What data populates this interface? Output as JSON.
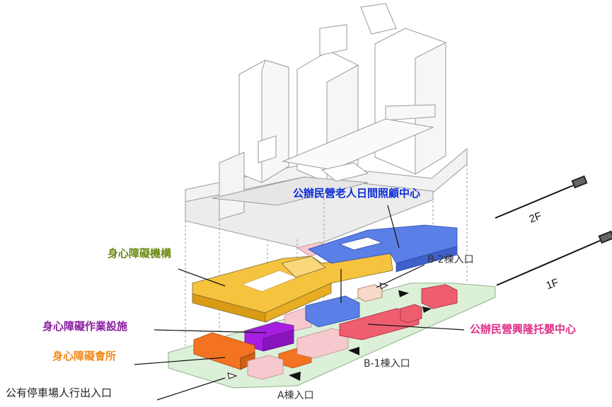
{
  "labels": {
    "elderly_center": "公辦民營老人日間照顧中心",
    "disability_org": "身心障礙機構",
    "b2_entrance": "B-2棟入口",
    "work_facility": "身心障礙作業設施",
    "nursery_center": "公辦民營興隆托嬰中心",
    "disability_hall": "身心障礙會所",
    "b1_entrance": "B-1棟入口",
    "parking_entrance": "公有停車場人行出入口",
    "a_entrance": "A棟入口",
    "floor_2f": "2F",
    "floor_1f": "1F"
  },
  "colors": {
    "elderly_center": "#0b2bd6",
    "disability_org": "#6b8a14",
    "work_facility": "#8a1ea0",
    "nursery_center": "#e0308a",
    "disability_hall": "#f28a1c",
    "entrance_text": "#333333",
    "parking_text": "#222222",
    "ground_fill": "#dcefd8",
    "yellow_block": "#f6c33f",
    "blue_block": "#5a7fe6",
    "purple_block": "#a61fe0",
    "red_block": "#ee5e6f",
    "orange_block": "#f37321",
    "pink_block": "#f6c9cf"
  }
}
